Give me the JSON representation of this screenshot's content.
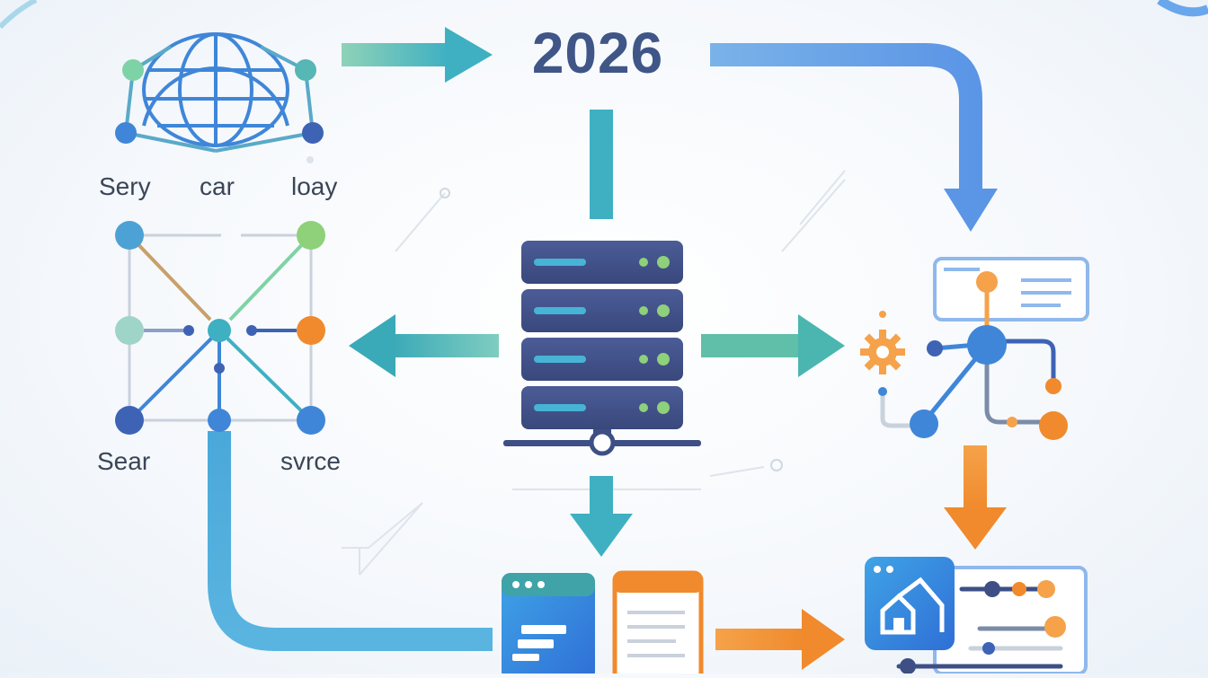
{
  "title": "2026",
  "labels": {
    "top_left_1": "Sery",
    "top_left_2": "car",
    "top_left_3": "loay",
    "mid_left_1": "Sear",
    "mid_left_2": "svrce"
  },
  "colors": {
    "teal": "#4bb6b0",
    "blue": "#4a8fe0",
    "navy": "#3e4f86",
    "orange": "#f08a2c",
    "green": "#8fd07a"
  },
  "icons": {
    "globe": "globe-network-icon",
    "mesh": "node-mesh-icon",
    "server": "server-rack-icon",
    "workflow": "workflow-gear-icon",
    "browser": "browser-window-icon",
    "document": "document-icon",
    "dashboard": "dashboard-icon"
  }
}
